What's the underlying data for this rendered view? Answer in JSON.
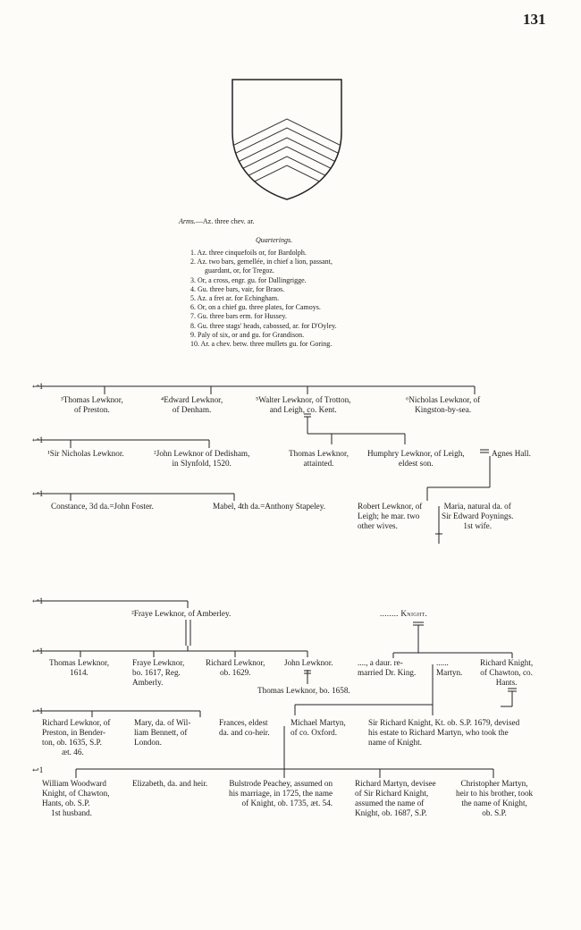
{
  "page_number": "131",
  "arms": {
    "label": "Arms.",
    "text": "—Az. three chev. ar.",
    "quarterings_title": "Quarterings.",
    "quarterings": [
      "1. Az. three cinquefoils or, for Bardolph.",
      "2. Az. two bars, gemellée, in chief a lion, passant,",
      "guardant, or, for Tregoz.",
      "3. Or, a cross, engr. gu. for Dallingrigge.",
      "4. Gu. three bars, vair, for Braos.",
      "5. Az. a fret ar. for Echingham.",
      "6. Or, on a chief gu. three plates, for Camoys.",
      "7. Gu. three bars erm. for Hussey.",
      "8. Gu. three stags' heads, cabossed, ar. for D'Oyley.",
      "9. Paly of six, or and gu. for Grandison.",
      "10. Ar. a chev. betw. three mullets gu. for Goring."
    ]
  },
  "arrows": [
    "↩1",
    "↩1",
    "↩1",
    "↩1",
    "↩1",
    "↩1",
    "↩1"
  ],
  "gen1": {
    "p1": [
      "³Thomas Lewknor,",
      "of Preston."
    ],
    "p2": [
      "⁴Edward Lewknor,",
      "of Denham."
    ],
    "p3": [
      "⁵Walter Lewknor, of Trotton,",
      "and Leigh, co. Kent."
    ],
    "p4": [
      "⁶Nicholas Lewknor, of",
      "Kingston-by-sea."
    ]
  },
  "gen2": {
    "p1": "¹Sir Nicholas Lewknor.",
    "p2": [
      "²John Lewknor of Dedisham,",
      "in Slynfold, 1520."
    ],
    "p3": [
      "Thomas Lewknor,",
      "attainted."
    ],
    "p4": [
      "Humphry Lewknor, of Leigh,",
      "eldest son."
    ],
    "p4_spouse": "Agnes Hall."
  },
  "gen3": {
    "p1": "Constance, 3d da.=John Foster.",
    "p2": "Mabel, 4th da.=Anthony Stapeley.",
    "p3": [
      "Robert Lewknor, of",
      "Leigh; he mar. two",
      "other wives."
    ],
    "p3_spouse": [
      "Maria, natural da. of",
      "Sir Edward Poynings.",
      "1st wife."
    ]
  },
  "gen4": {
    "fraye": "²Fraye Lewknor, of Amberley.",
    "knight": "........ Knight."
  },
  "gen5": {
    "p1": [
      "Thomas Lewknor,",
      "1614."
    ],
    "p2": [
      "Fraye Lewknor,",
      "bo. 1617, Reg.",
      "Amberly."
    ],
    "p3": [
      "Richard Lewknor,",
      "ob. 1629."
    ],
    "p4": "John Lewknor.",
    "p4_son": "Thomas Lewknor, bo. 1658.",
    "p5": [
      "...., a daur. re-",
      "married Dr. King."
    ],
    "p5_spouse": [
      "......",
      "Martyn."
    ],
    "p6": [
      "Richard Knight,",
      "of Chawton, co.",
      "Hants."
    ]
  },
  "gen6": {
    "p1": [
      "Richard Lewknor, of",
      "Preston, in Bender-",
      "ton, ob. 1635, S.P.",
      "æt. 46."
    ],
    "p1_spouse": [
      "Mary, da. of Wil-",
      "liam Bennett, of",
      "London."
    ],
    "p2": [
      "Frances, eldest",
      "da. and co-heir."
    ],
    "p2_spouse": [
      "Michael Martyn,",
      "of co. Oxford."
    ],
    "p3": [
      "Sir Richard Knight, Kt. ob. S.P. 1679, devised",
      "his estate to Richard Martyn, who took the",
      "name of Knight."
    ]
  },
  "gen7": {
    "p1": [
      "William Woodward",
      "Knight, of Chawton,",
      "Hants, ob. S.P.",
      "1st husband."
    ],
    "p2": "Elizabeth, da. and heir.",
    "p3": [
      "Bulstrode Peachey, assumed on",
      "his marriage, in 1725, the name",
      "of Knight, ob. 1735, æt. 54."
    ],
    "p4": [
      "Richard Martyn, devisee",
      "of Sir Richard Knight,",
      "assumed the name of",
      "Knight, ob. 1687, S.P."
    ],
    "p5": [
      "Christopher Martyn,",
      "heir to his brother, took",
      "the name of Knight,",
      "ob. S.P."
    ]
  }
}
